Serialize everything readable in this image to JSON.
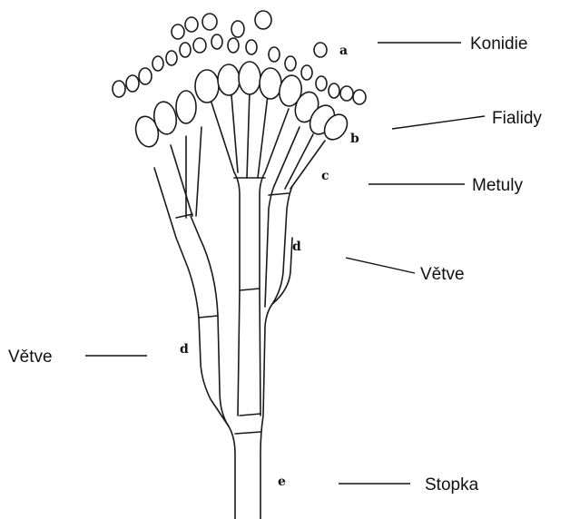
{
  "markers": {
    "a": "a",
    "b": "b",
    "c": "c",
    "d_right": "d",
    "d_left": "d",
    "e": "e"
  },
  "labels": {
    "konidie": "Konidie",
    "fialidy": "Fialidy",
    "metuly": "Metuly",
    "vetve_right": "Větve",
    "vetve_left": "Větve",
    "stopka": "Stopka"
  }
}
